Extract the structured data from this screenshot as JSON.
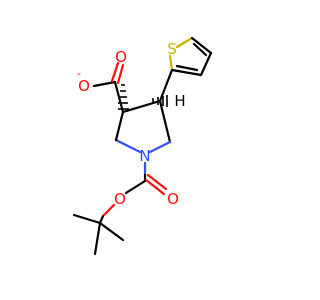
{
  "atoms": {
    "carboxylate_o_single": "O",
    "carboxylate_charge": "-",
    "carboxylate_o_double": "O",
    "thiophene_s": "S",
    "stereo_h": "H",
    "ring_n": "N",
    "boc_o_ester": "O",
    "boc_o_carbonyl": "O"
  },
  "colors": {
    "carbon": "#000000",
    "oxygen": "#ff0d0d",
    "nitrogen": "#3050f8",
    "sulfur": "#c8b400"
  }
}
